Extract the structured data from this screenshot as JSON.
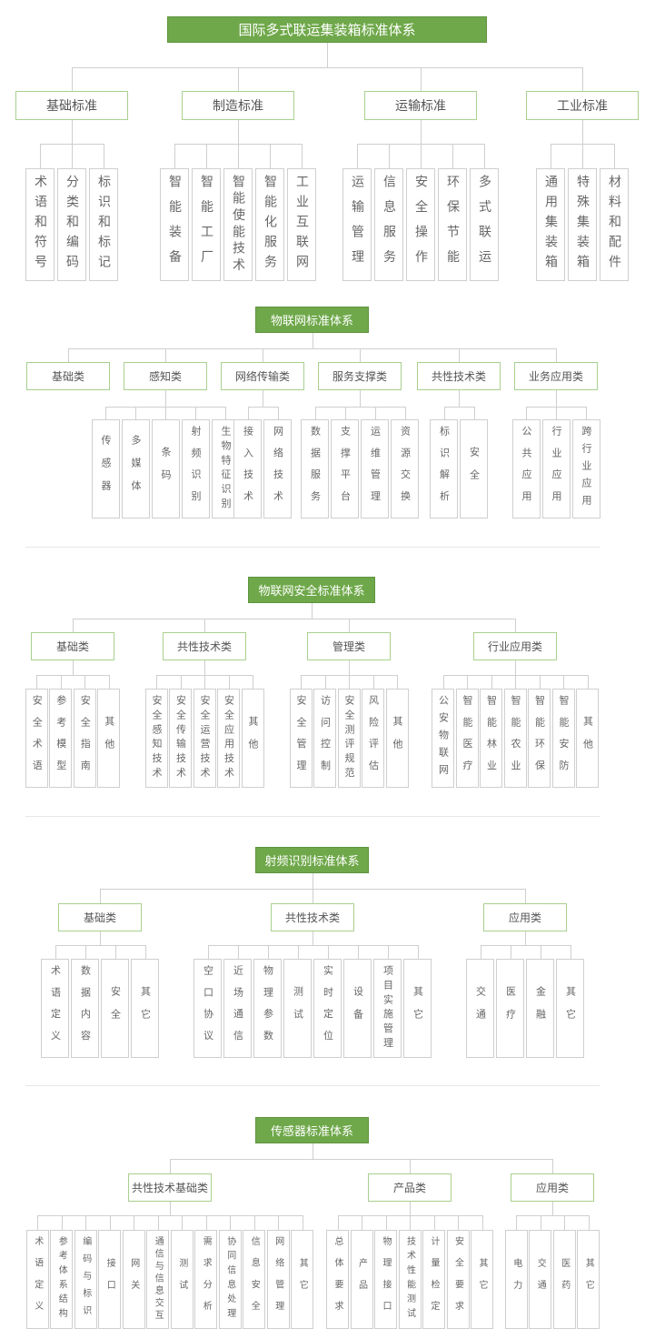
{
  "diagrams": [
    {
      "title": "国际多式联运集装箱标准体系",
      "categories": [
        {
          "label": "基础标准",
          "items": [
            "术语和符号",
            "分类和编码",
            "标识和标记"
          ]
        },
        {
          "label": "制造标准",
          "items": [
            "智能装备",
            "智能工厂",
            "智能使能技术",
            "智能化服务",
            "工业互联网"
          ]
        },
        {
          "label": "运输标准",
          "items": [
            "运输管理",
            "信息服务",
            "安全操作",
            "环保节能",
            "多式联运"
          ]
        },
        {
          "label": "工业标准",
          "items": [
            "通用集装箱",
            "特殊集装箱",
            "材料和配件"
          ]
        }
      ]
    },
    {
      "title": "物联网标准体系",
      "categories": [
        {
          "label": "基础类",
          "items": []
        },
        {
          "label": "感知类",
          "items": [
            "传感器",
            "多媒体",
            "条码",
            "射频识别",
            "生物特征识别"
          ]
        },
        {
          "label": "网络传输类",
          "items": [
            "接入技术",
            "网络技术"
          ]
        },
        {
          "label": "服务支撑类",
          "items": [
            "数据服务",
            "支撑平台",
            "运维管理",
            "资源交换"
          ]
        },
        {
          "label": "共性技术类",
          "items": [
            "标识解析",
            "安全"
          ]
        },
        {
          "label": "业务应用类",
          "items": [
            "公共应用",
            "行业应用",
            "跨行业应用"
          ]
        }
      ]
    },
    {
      "title": "物联网安全标准体系",
      "categories": [
        {
          "label": "基础类",
          "items": [
            "安全术语",
            "参考模型",
            "安全指南",
            "其他"
          ]
        },
        {
          "label": "共性技术类",
          "items": [
            "安全感知技术",
            "安全传输技术",
            "安全运营技术",
            "安全应用技术",
            "其他"
          ]
        },
        {
          "label": "管理类",
          "items": [
            "安全管理",
            "访问控制",
            "安全测评规范",
            "风险评估",
            "其他"
          ]
        },
        {
          "label": "行业应用类",
          "items": [
            "公安物联网",
            "智能医疗",
            "智能林业",
            "智能农业",
            "智能环保",
            "智能安防",
            "其他"
          ]
        }
      ]
    },
    {
      "title": "射频识别标准体系",
      "categories": [
        {
          "label": "基础类",
          "items": [
            "术语定义",
            "数据内容",
            "安全",
            "其它"
          ]
        },
        {
          "label": "共性技术类",
          "items": [
            "空口协议",
            "近场通信",
            "物理参数",
            "测试",
            "实时定位",
            "设备",
            "项目实施管理",
            "其它"
          ]
        },
        {
          "label": "应用类",
          "items": [
            "交通",
            "医疗",
            "金融",
            "其它"
          ]
        }
      ]
    },
    {
      "title": "传感器标准体系",
      "categories": [
        {
          "label": "共性技术基础类",
          "items": [
            "术语定义",
            "参考体系结构",
            "编码与标识",
            "接口",
            "网关",
            "通信与信息交互",
            "测试",
            "需求分析",
            "协同信息处理",
            "信息安全",
            "网络管理",
            "其它"
          ]
        },
        {
          "label": "产品类",
          "items": [
            "总体要求",
            "产品",
            "物理接口",
            "技术性能测试",
            "计量检定",
            "安全要求",
            "其它"
          ]
        },
        {
          "label": "应用类",
          "items": [
            "电力",
            "交通",
            "医药",
            "其它"
          ]
        }
      ]
    }
  ]
}
